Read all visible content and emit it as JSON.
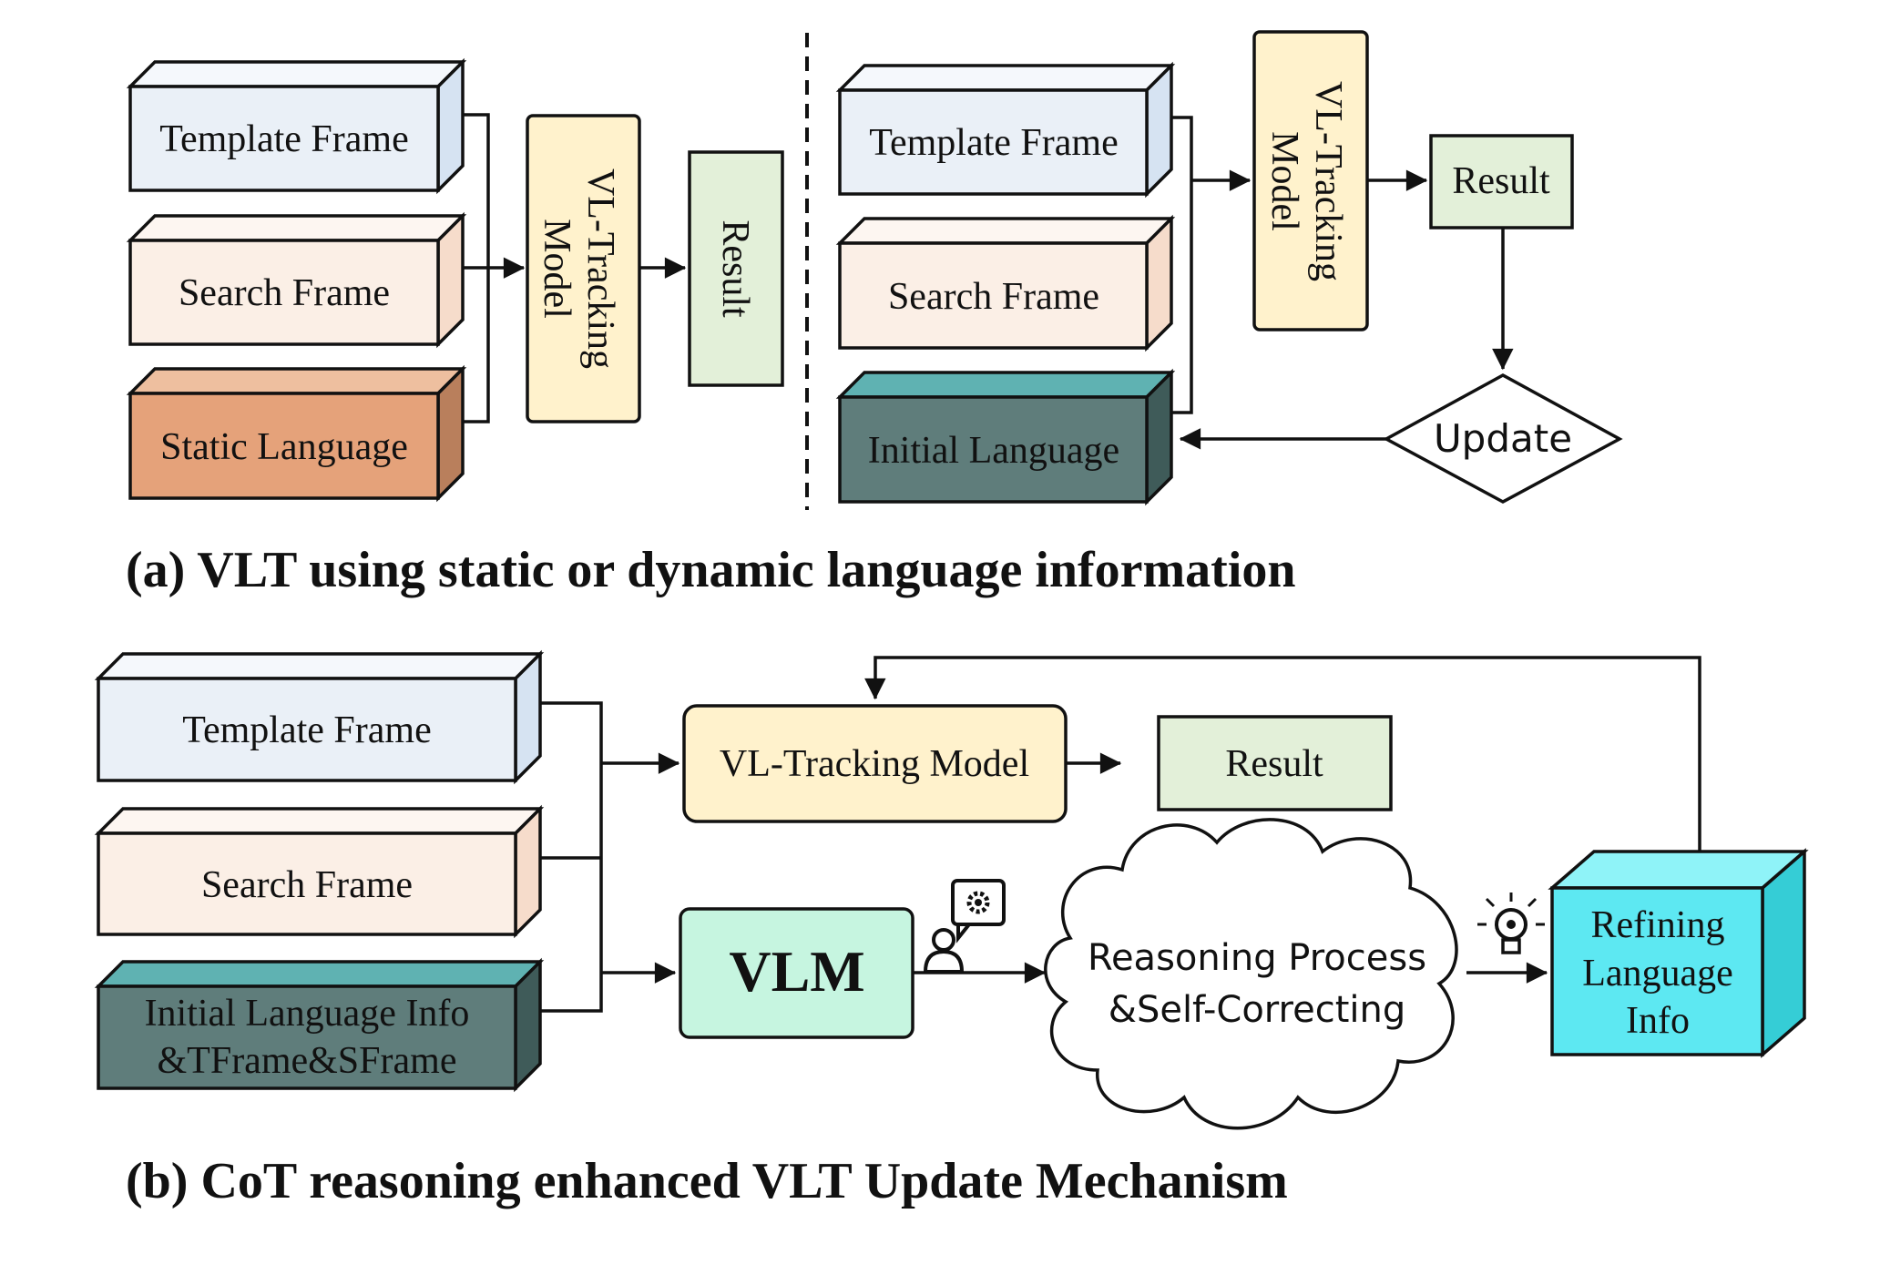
{
  "panel_a": {
    "left": {
      "template": "Template Frame",
      "search": "Search Frame",
      "language": "Static Language",
      "model": "VL-Tracking Model",
      "model_line1": "VL-Tracking",
      "model_line2": "Model",
      "result": "Result"
    },
    "right": {
      "template": "Template Frame",
      "search": "Search Frame",
      "language": "Initial Language",
      "model_line1": "VL-Tracking",
      "model_line2": "Model",
      "result": "Result",
      "update": "Update"
    },
    "caption": "(a) VLT using static  or dynamic language information"
  },
  "panel_b": {
    "template": "Template Frame",
    "search": "Search Frame",
    "language_line1": "Initial Language Info",
    "language_line2": "&TFrame&SFrame",
    "model": "VL-Tracking Model",
    "result": "Result",
    "vlm": "VLM",
    "reasoning_line1": "Reasoning Process",
    "reasoning_line2": "&Self-Correcting",
    "refining_line1": "Refining",
    "refining_line2": "Language",
    "refining_line3": "Info",
    "caption": "(b) CoT reasoning enhanced VLT Update Mechanism"
  },
  "colors": {
    "template": "#eaf0f7",
    "search": "#fbefe6",
    "static_language": "#e5a27a",
    "initial_language": "#5f7d7b",
    "model": "#fff2cc",
    "result": "#e3f0d9",
    "vlm": "#c6f5e0",
    "refining": "#5de8f2"
  }
}
